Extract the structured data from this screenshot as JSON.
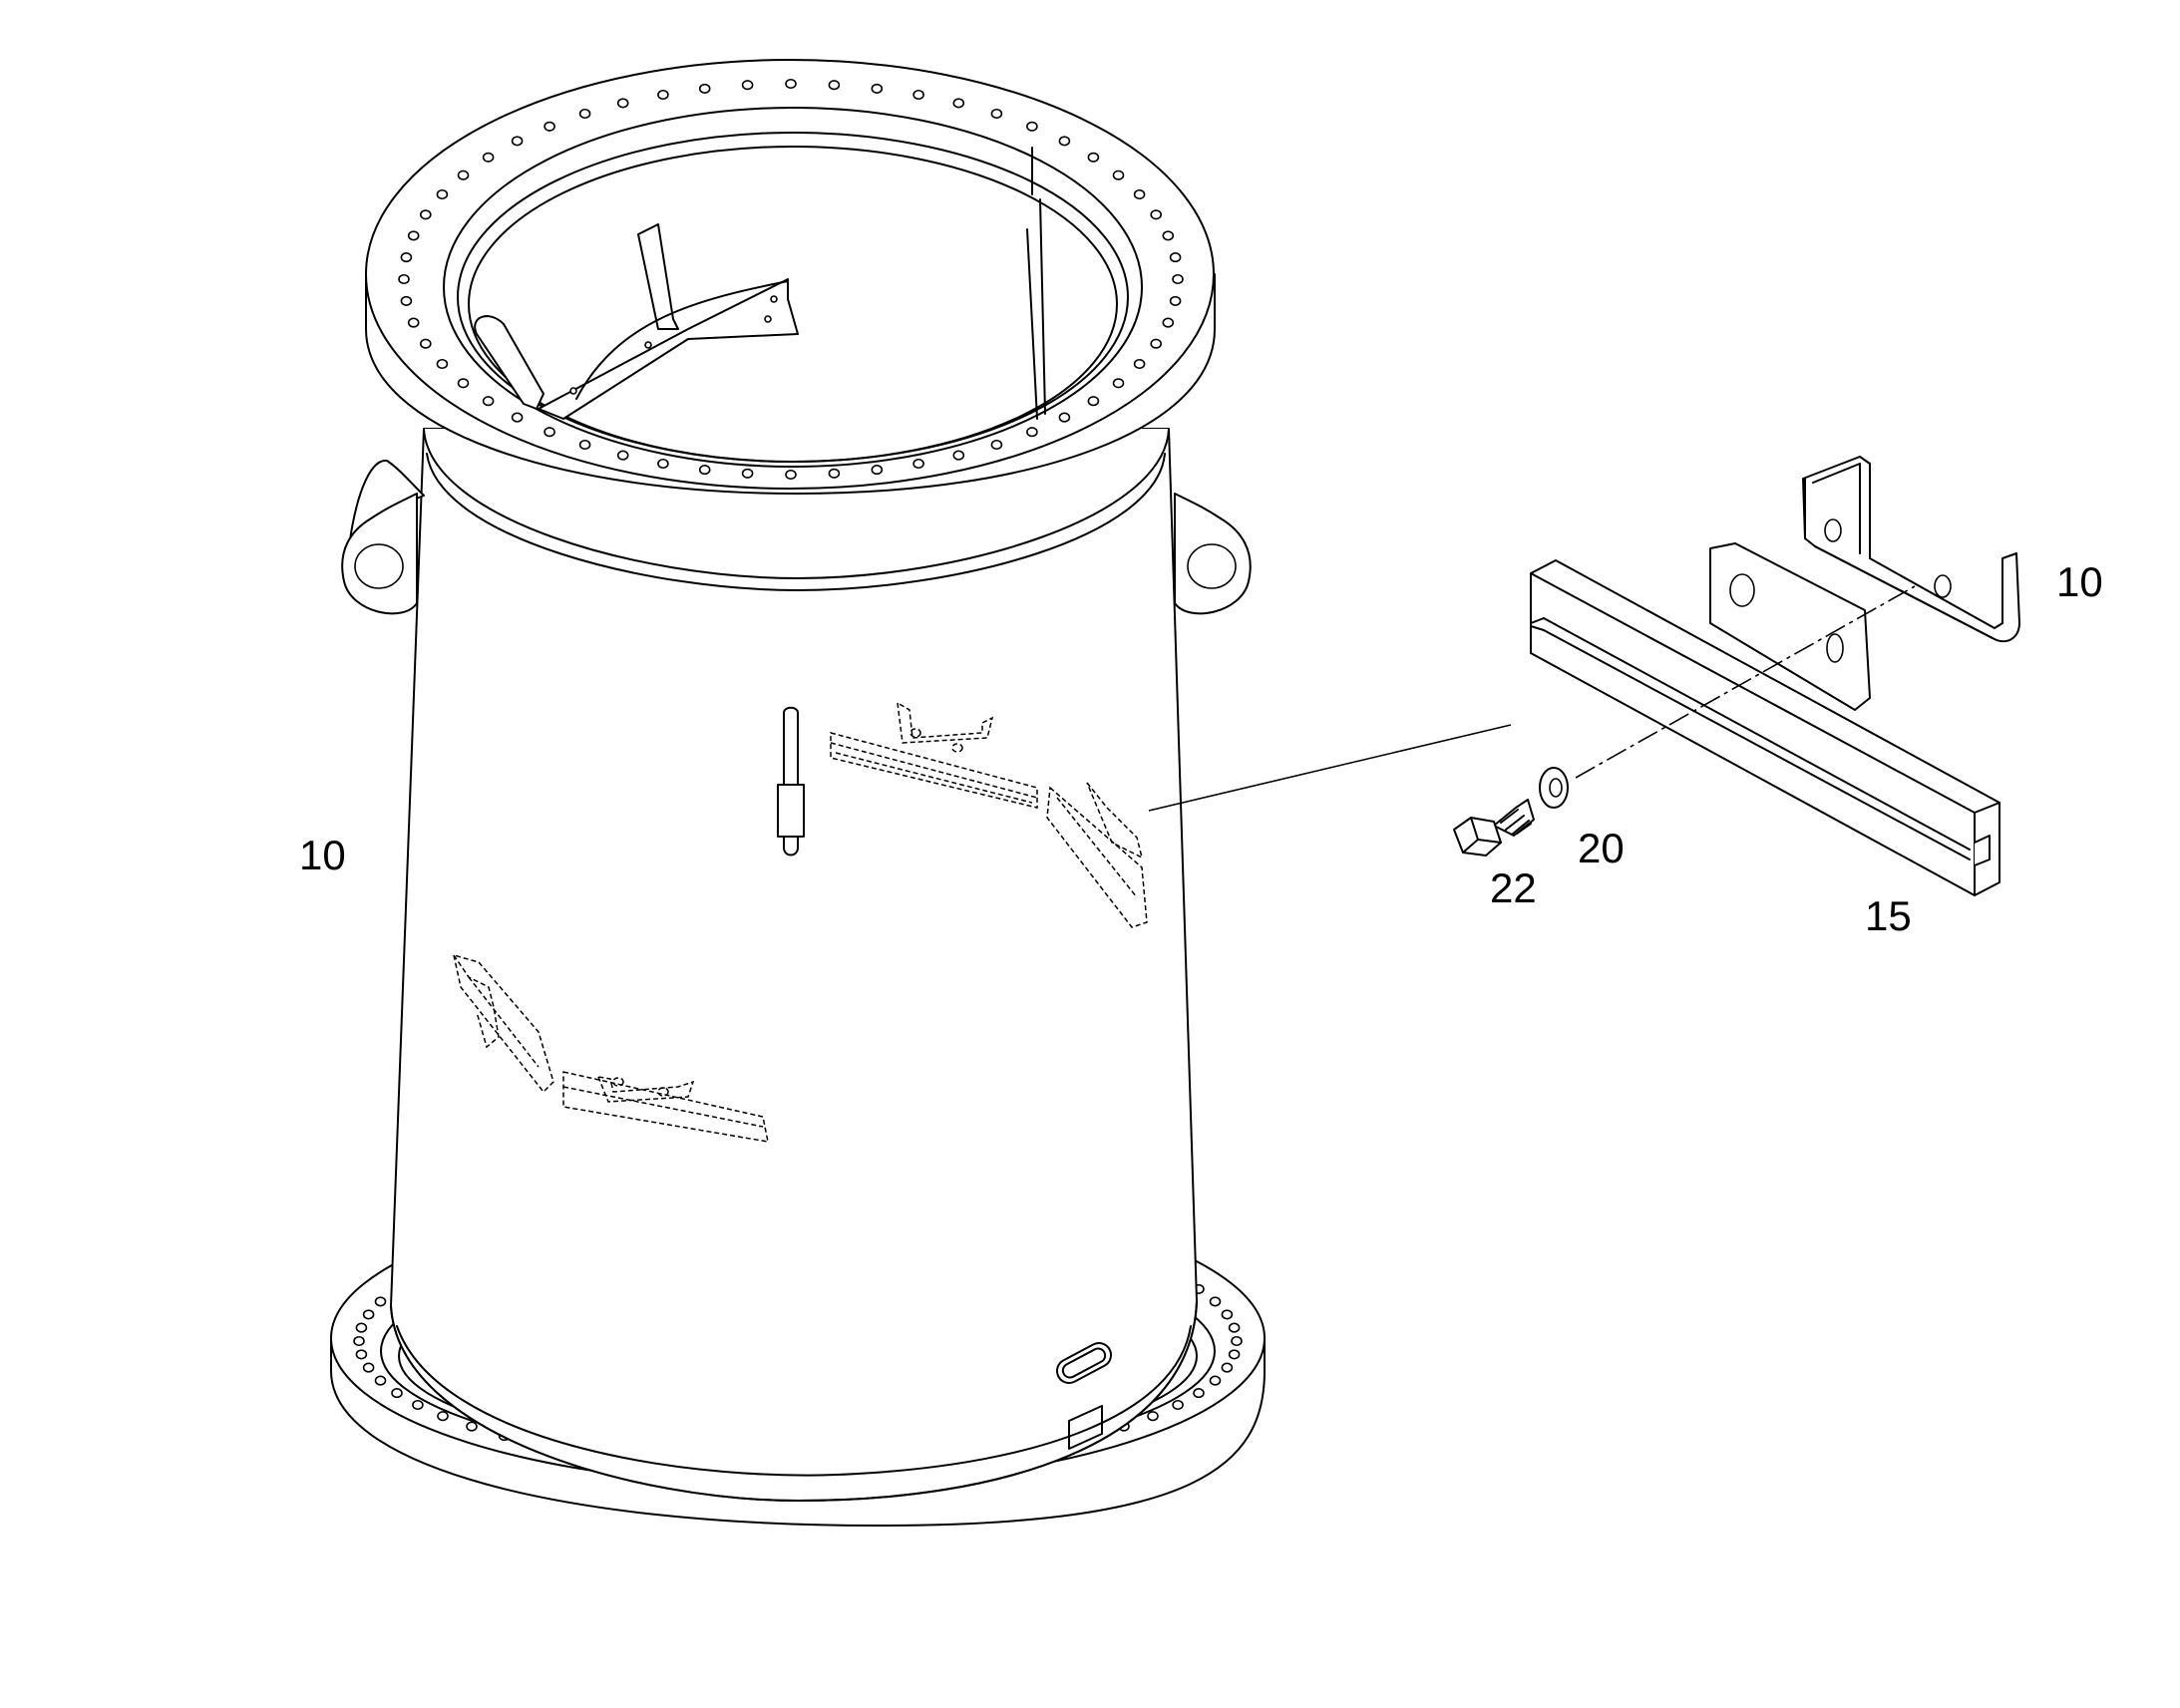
{
  "callouts": {
    "tower_section": "10",
    "bracket_upper": "10",
    "rail": "15",
    "washer": "20",
    "bolt": "22"
  }
}
